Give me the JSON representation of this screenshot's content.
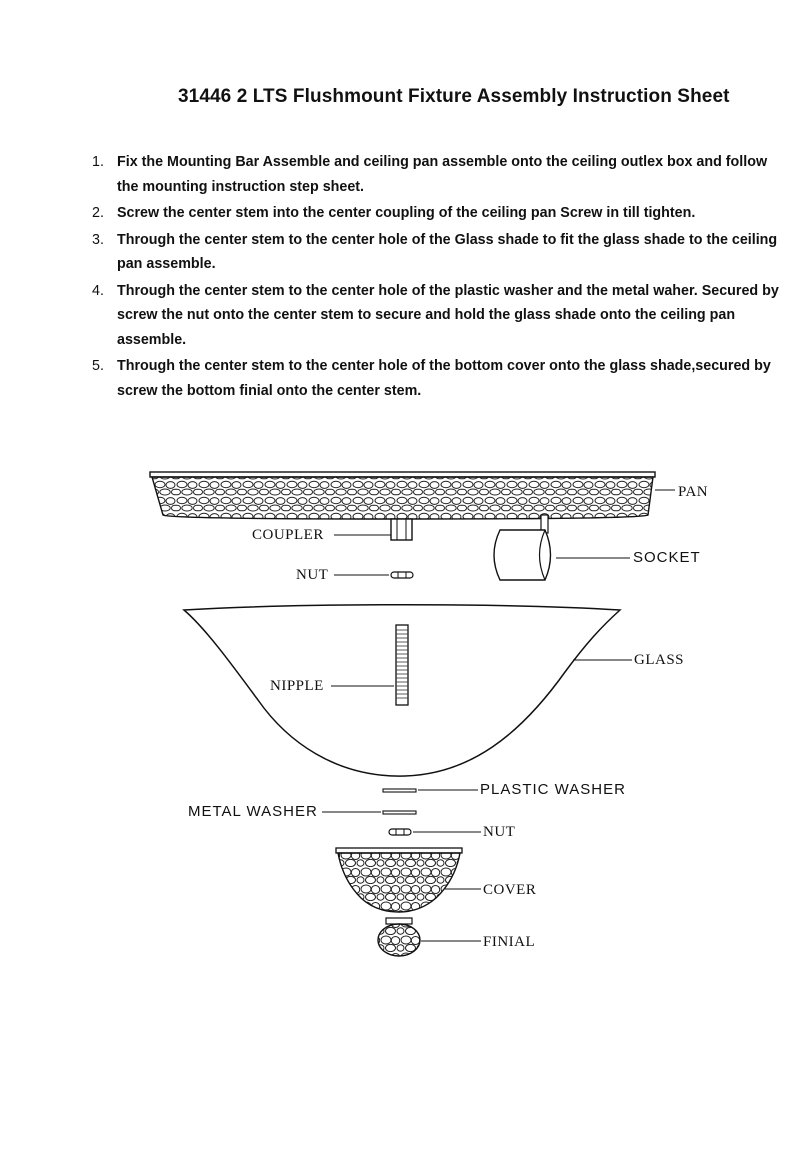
{
  "document": {
    "title": "31446 2 LTS Flushmount Fixture Assembly Instruction Sheet",
    "steps": [
      {
        "number": "1.",
        "text": "Fix the Mounting Bar Assemble and ceiling pan assemble onto the ceiling outlex box and follow the mounting instruction step sheet."
      },
      {
        "number": "2.",
        "text": "Screw the center stem into the center coupling of the ceiling pan Screw in till tighten."
      },
      {
        "number": "3.",
        "text": "Through the center stem to the center hole of the Glass shade to fit the glass shade to the ceiling pan assemble."
      },
      {
        "number": "4.",
        "text": "Through the center stem to the center hole of the plastic washer and the metal waher. Secured by screw the nut onto the center stem to secure and hold the glass shade onto the ceiling pan assemble."
      },
      {
        "number": "5.",
        "text": "Through the center stem to the center hole of the bottom cover onto the glass shade,secured by screw the bottom finial onto the center stem."
      }
    ]
  },
  "diagram": {
    "labels": {
      "pan": "PAN",
      "coupler": "COUPLER",
      "socket": "SOCKET",
      "nut_top": "NUT",
      "glass": "GLASS",
      "nipple": "NIPPLE",
      "plastic_washer": "PLASTIC WASHER",
      "metal_washer": "METAL WASHER",
      "nut_bottom": "NUT",
      "cover": "COVER",
      "finial": "FINIAL"
    }
  }
}
